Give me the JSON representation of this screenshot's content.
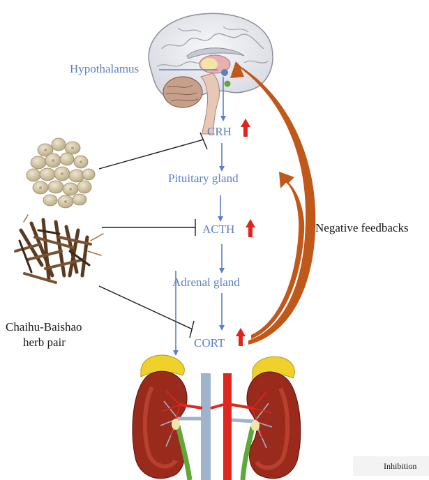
{
  "labels": {
    "hypothalamus": "Hypothalamus",
    "crh": "CRH",
    "pituitary": "Pituitary gland",
    "acth": "ACTH",
    "adrenal": "Adrenal gland",
    "cort": "CORT",
    "negative_feedbacks": "Negative feedbacks",
    "herb_line1": "Chaihu-Baishao",
    "herb_line2": "herb pair",
    "legend_inhibition": "Inhibition"
  },
  "colors": {
    "pathway": "#5b7fc4",
    "increase_arrow": "#e0251b",
    "feedback": "#c0581a",
    "kidney": "#9a2a1c",
    "adrenal_cap": "#f0d02a"
  },
  "icons": [
    "brain-illustration",
    "pills-photo",
    "herb-roots-photo",
    "kidney-illustration"
  ]
}
